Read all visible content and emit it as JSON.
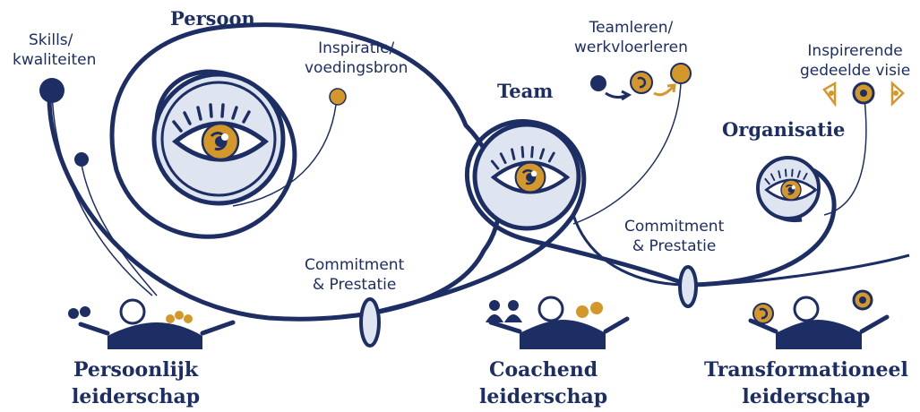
{
  "stages": {
    "persoon": {
      "heading": "Persoon",
      "left_label_line1": "Skills/",
      "left_label_line2": "kwaliteiten",
      "right_label_line1": "Inspiratie/",
      "right_label_line2": "voedingsbron",
      "bottom_line1": "Persoonlijk",
      "bottom_line2": "leiderschap"
    },
    "team": {
      "heading": "Team",
      "label_line1": "Teamleren/",
      "label_line2": "werkvloerleren",
      "bottom_line1": "Coachend",
      "bottom_line2": "leiderschap"
    },
    "organisatie": {
      "heading": "Organisatie",
      "label_line1": "Inspirerende",
      "label_line2": "gedeelde visie",
      "bottom_line1": "Transformationeel",
      "bottom_line2": "leiderschap"
    }
  },
  "transitions": {
    "first_line1": "Commitment",
    "first_line2": "& Prestatie",
    "second_line1": "Commitment",
    "second_line2": "& Prestatie"
  },
  "colors": {
    "navy": "#1c2e63",
    "gold": "#d4982a",
    "light": "#dfe5f0"
  }
}
